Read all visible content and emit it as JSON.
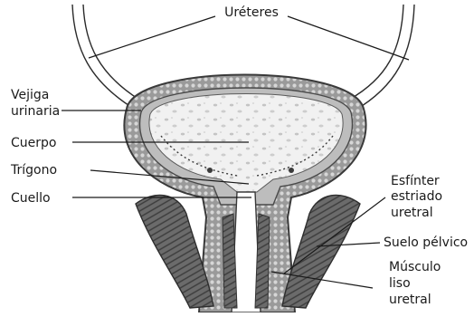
{
  "labels": {
    "ureters": "Uréteres",
    "bladder_line1": "Vejiga",
    "bladder_line2": "urinaria",
    "body": "Cuerpo",
    "trigone": "Trígono",
    "neck": "Cuello",
    "sphincter_line1": "Esfínter",
    "sphincter_line2": "estriado",
    "sphincter_line3": "uretral",
    "pelvic_floor": "Suelo pélvico",
    "smooth_line1": "Músculo",
    "smooth_line2": "liso",
    "smooth_line3": "uretral"
  },
  "colors": {
    "ink": "#1a1a1a",
    "wall": "#8e8e8e",
    "wall_dark": "#5e5e5e",
    "lumen": "#f2f2f2",
    "muscle": "#6a6a6a"
  }
}
